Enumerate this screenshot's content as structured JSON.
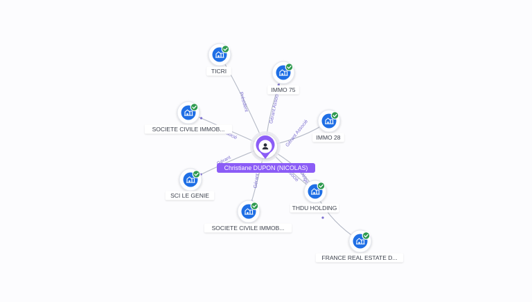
{
  "colors": {
    "accent": "#8b5cf6",
    "node": "#1f6fe5",
    "badge": "#2e9a4f",
    "edge": "#b4b9c6",
    "edge_label": "#7c6fd0",
    "label_text": "#3a3f4b"
  },
  "center": {
    "label": "Christiane DUPON (NICOLAS)",
    "icon": "person-icon"
  },
  "nodes": [
    {
      "id": "ticri",
      "label": "TICRI",
      "icon": "building-icon"
    },
    {
      "id": "immo75",
      "label": "IMMO 75",
      "icon": "building-icon"
    },
    {
      "id": "immo28",
      "label": "IMMO 28",
      "icon": "building-icon"
    },
    {
      "id": "sci1",
      "label": "SOCIETE CIVILE IMMOB...",
      "icon": "building-icon"
    },
    {
      "id": "scilegenie",
      "label": "SCI LE GENIE",
      "icon": "building-icon"
    },
    {
      "id": "sci2",
      "label": "SOCIETE CIVILE IMMOB...",
      "icon": "building-icon"
    },
    {
      "id": "thdu",
      "label": "THDU HOLDING",
      "icon": "building-icon"
    },
    {
      "id": "france",
      "label": "FRANCE REAL ESTATE D...",
      "icon": "building-icon"
    }
  ],
  "edges": [
    {
      "to": "ticri",
      "label": "Président"
    },
    {
      "to": "immo75",
      "label": "Gérant Associé"
    },
    {
      "to": "immo28",
      "label": "Gérant Associé"
    },
    {
      "to": "sci1",
      "label": "Associé"
    },
    {
      "to": "scilegenie",
      "label": "Gérant"
    },
    {
      "to": "sci2",
      "label": "Gérant"
    },
    {
      "to": "thdu",
      "label": "Associé"
    },
    {
      "to": "thdu",
      "label": "Dirigeant"
    }
  ],
  "secondary_edges": [
    {
      "from": "thdu",
      "to": "france"
    }
  ]
}
